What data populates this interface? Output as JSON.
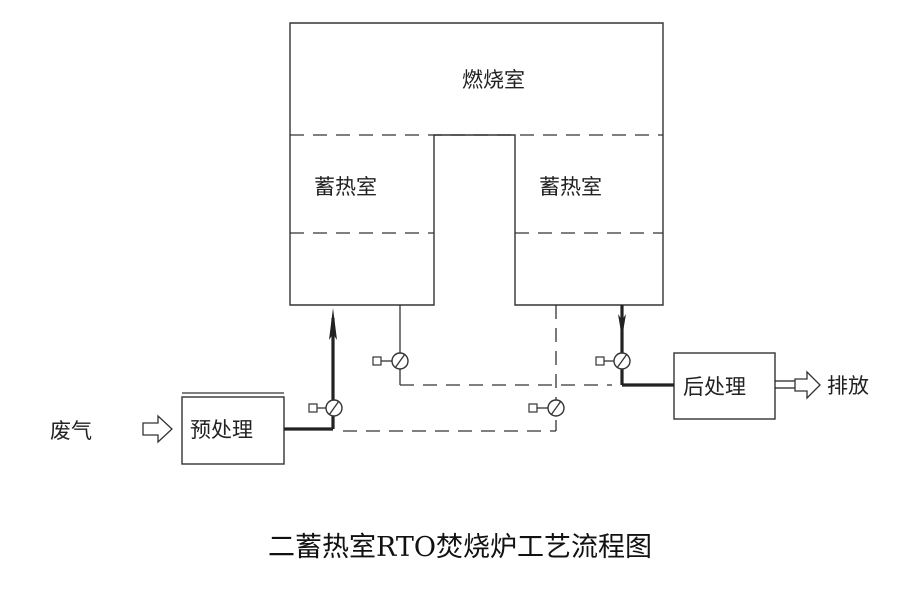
{
  "labels": {
    "combustion_chamber": "燃烧室",
    "regen_chamber_left": "蓄热室",
    "regen_chamber_right": "蓄热室",
    "waste_gas": "废气",
    "pretreatment": "预处理",
    "post_treatment": "后处理",
    "discharge": "排放",
    "caption": "二蓄热室RTO焚烧炉工艺流程图"
  }
}
